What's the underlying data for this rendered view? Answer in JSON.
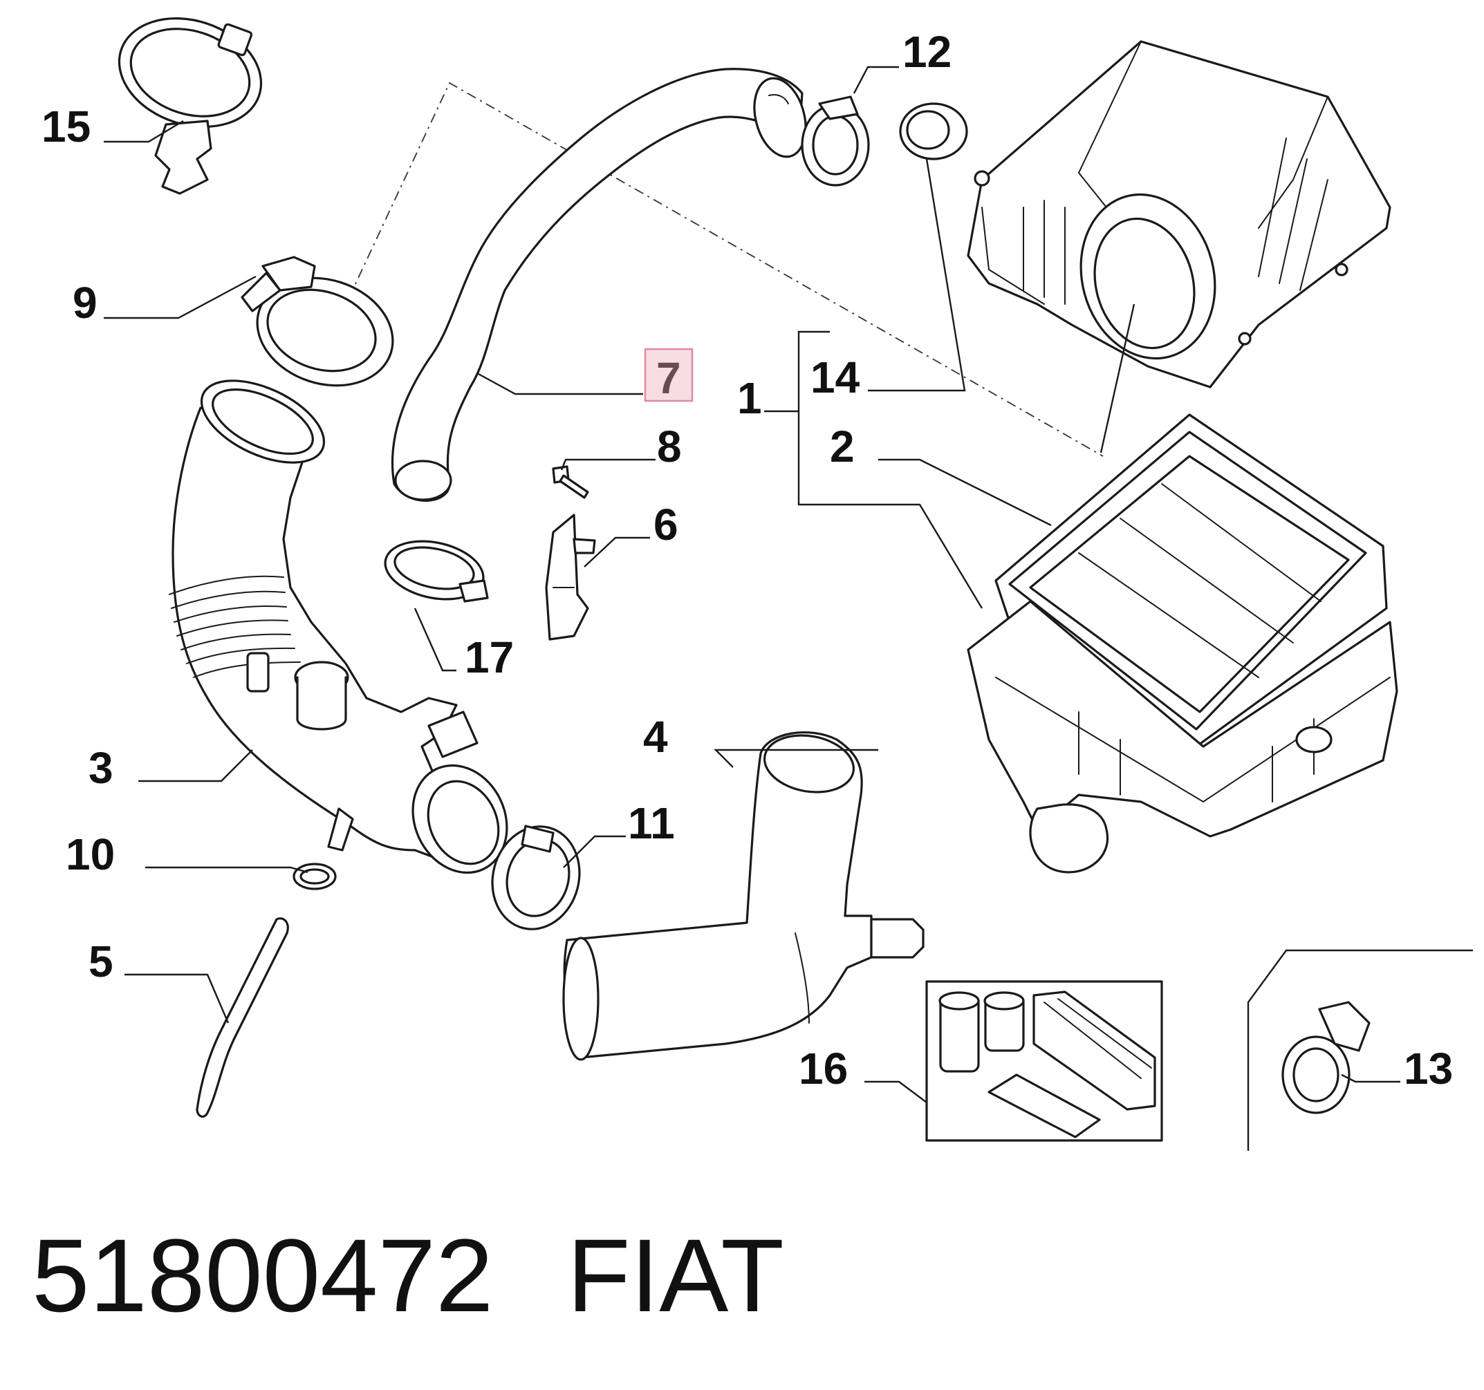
{
  "callouts": {
    "c1": "1",
    "c2": "2",
    "c3": "3",
    "c4": "4",
    "c5": "5",
    "c6": "6",
    "c7": "7",
    "c8": "8",
    "c9": "9",
    "c10": "10",
    "c11": "11",
    "c12": "12",
    "c13": "13",
    "c14": "14",
    "c15": "15",
    "c16": "16",
    "c17": "17"
  },
  "highlighted_callout": "7",
  "footer": {
    "part_number": "51800472",
    "brand": "FIAT"
  },
  "colors": {
    "highlight_fill": "#f7dde4",
    "highlight_stroke": "#e08a9a",
    "line": "#1a1a1a"
  }
}
